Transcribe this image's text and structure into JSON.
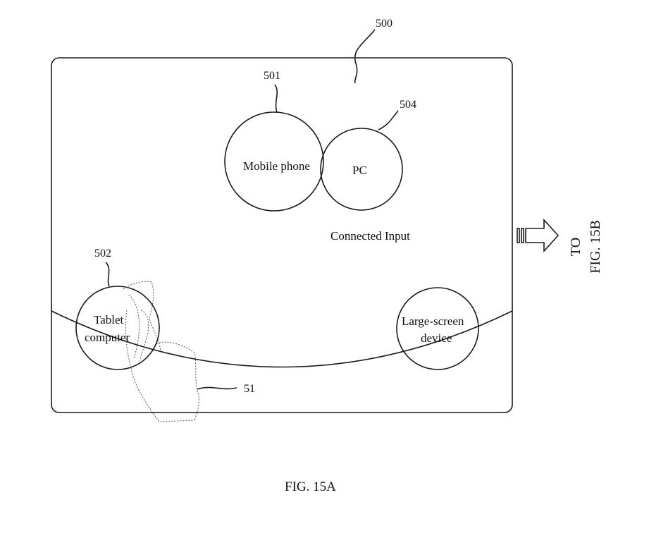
{
  "figure": {
    "caption": "FIG. 15A",
    "panel_ref": "500",
    "devices": {
      "mobile_phone": {
        "label": "Mobile phone",
        "ref": "501"
      },
      "pc": {
        "label": "PC",
        "ref": "504"
      },
      "tablet": {
        "label_line1": "Tablet",
        "label_line2": "computer",
        "ref": "502"
      },
      "large_screen": {
        "label_line1": "Large-screen",
        "label_line2": "device"
      }
    },
    "connected_input": "Connected Input",
    "hand_ref": "51",
    "continuation": {
      "line1": "TO",
      "line2": "FIG. 15B"
    }
  }
}
